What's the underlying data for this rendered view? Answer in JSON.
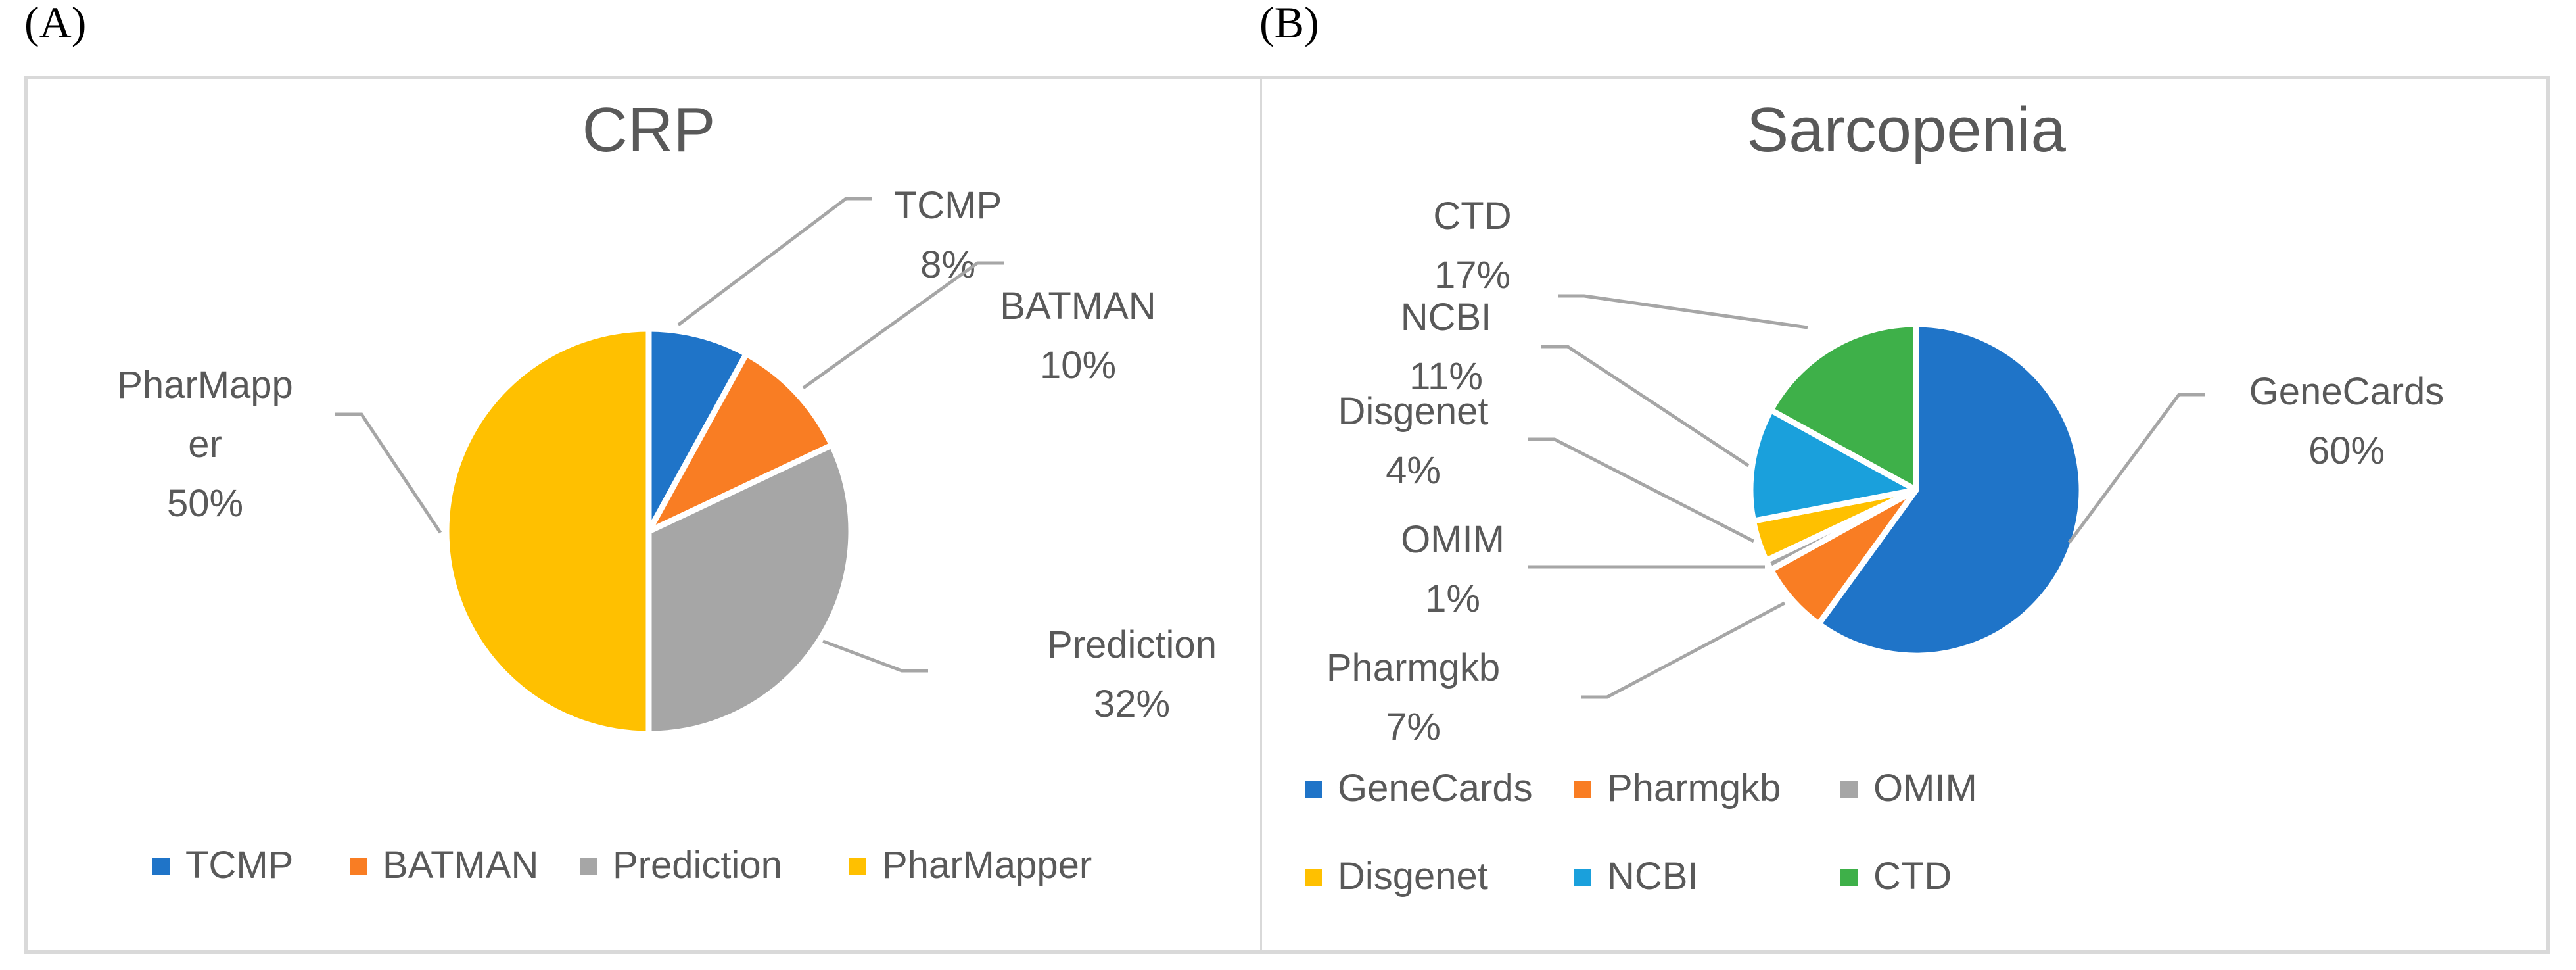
{
  "panels": {
    "a": {
      "label": "(A)"
    },
    "b": {
      "label": "(B)"
    }
  },
  "chart_data": [
    {
      "type": "pie",
      "title": "CRP",
      "categories": [
        "TCMP",
        "BATMAN",
        "Prediction",
        "PharMapper"
      ],
      "values": [
        8,
        10,
        32,
        50
      ],
      "value_labels": [
        "8%",
        "10%",
        "32%",
        "50%"
      ],
      "label_lines": [
        [
          "TCMP",
          "8%"
        ],
        [
          "BATMAN",
          "10%"
        ],
        [
          "Prediction",
          "32%"
        ],
        [
          "PharMapp",
          "er",
          "50%"
        ]
      ],
      "colors": [
        "#1f74c8",
        "#f97d23",
        "#a6a6a6",
        "#ffc000"
      ],
      "legend": [
        "TCMP",
        "BATMAN",
        "Prediction",
        "PharMapper"
      ],
      "legend_position": "bottom"
    },
    {
      "type": "pie",
      "title": "Sarcopenia",
      "categories": [
        "GeneCards",
        "Pharmgkb",
        "OMIM",
        "Disgenet",
        "NCBI",
        "CTD"
      ],
      "values": [
        60,
        7,
        1,
        4,
        11,
        17
      ],
      "value_labels": [
        "60%",
        "7%",
        "1%",
        "4%",
        "11%",
        "17%"
      ],
      "label_lines": [
        [
          "GeneCards",
          "60%"
        ],
        [
          "Pharmgkb",
          "7%"
        ],
        [
          "OMIM",
          "1%"
        ],
        [
          "Disgenet",
          "4%"
        ],
        [
          "NCBI",
          "11%"
        ],
        [
          "CTD",
          "17%"
        ]
      ],
      "colors": [
        "#1f74c8",
        "#f97d23",
        "#a6a6a6",
        "#ffc000",
        "#1aa0dc",
        "#3eb049"
      ],
      "legend": [
        "GeneCards",
        "Pharmgkb",
        "OMIM",
        "Disgenet",
        "NCBI",
        "CTD"
      ],
      "legend_position": "bottom"
    }
  ]
}
